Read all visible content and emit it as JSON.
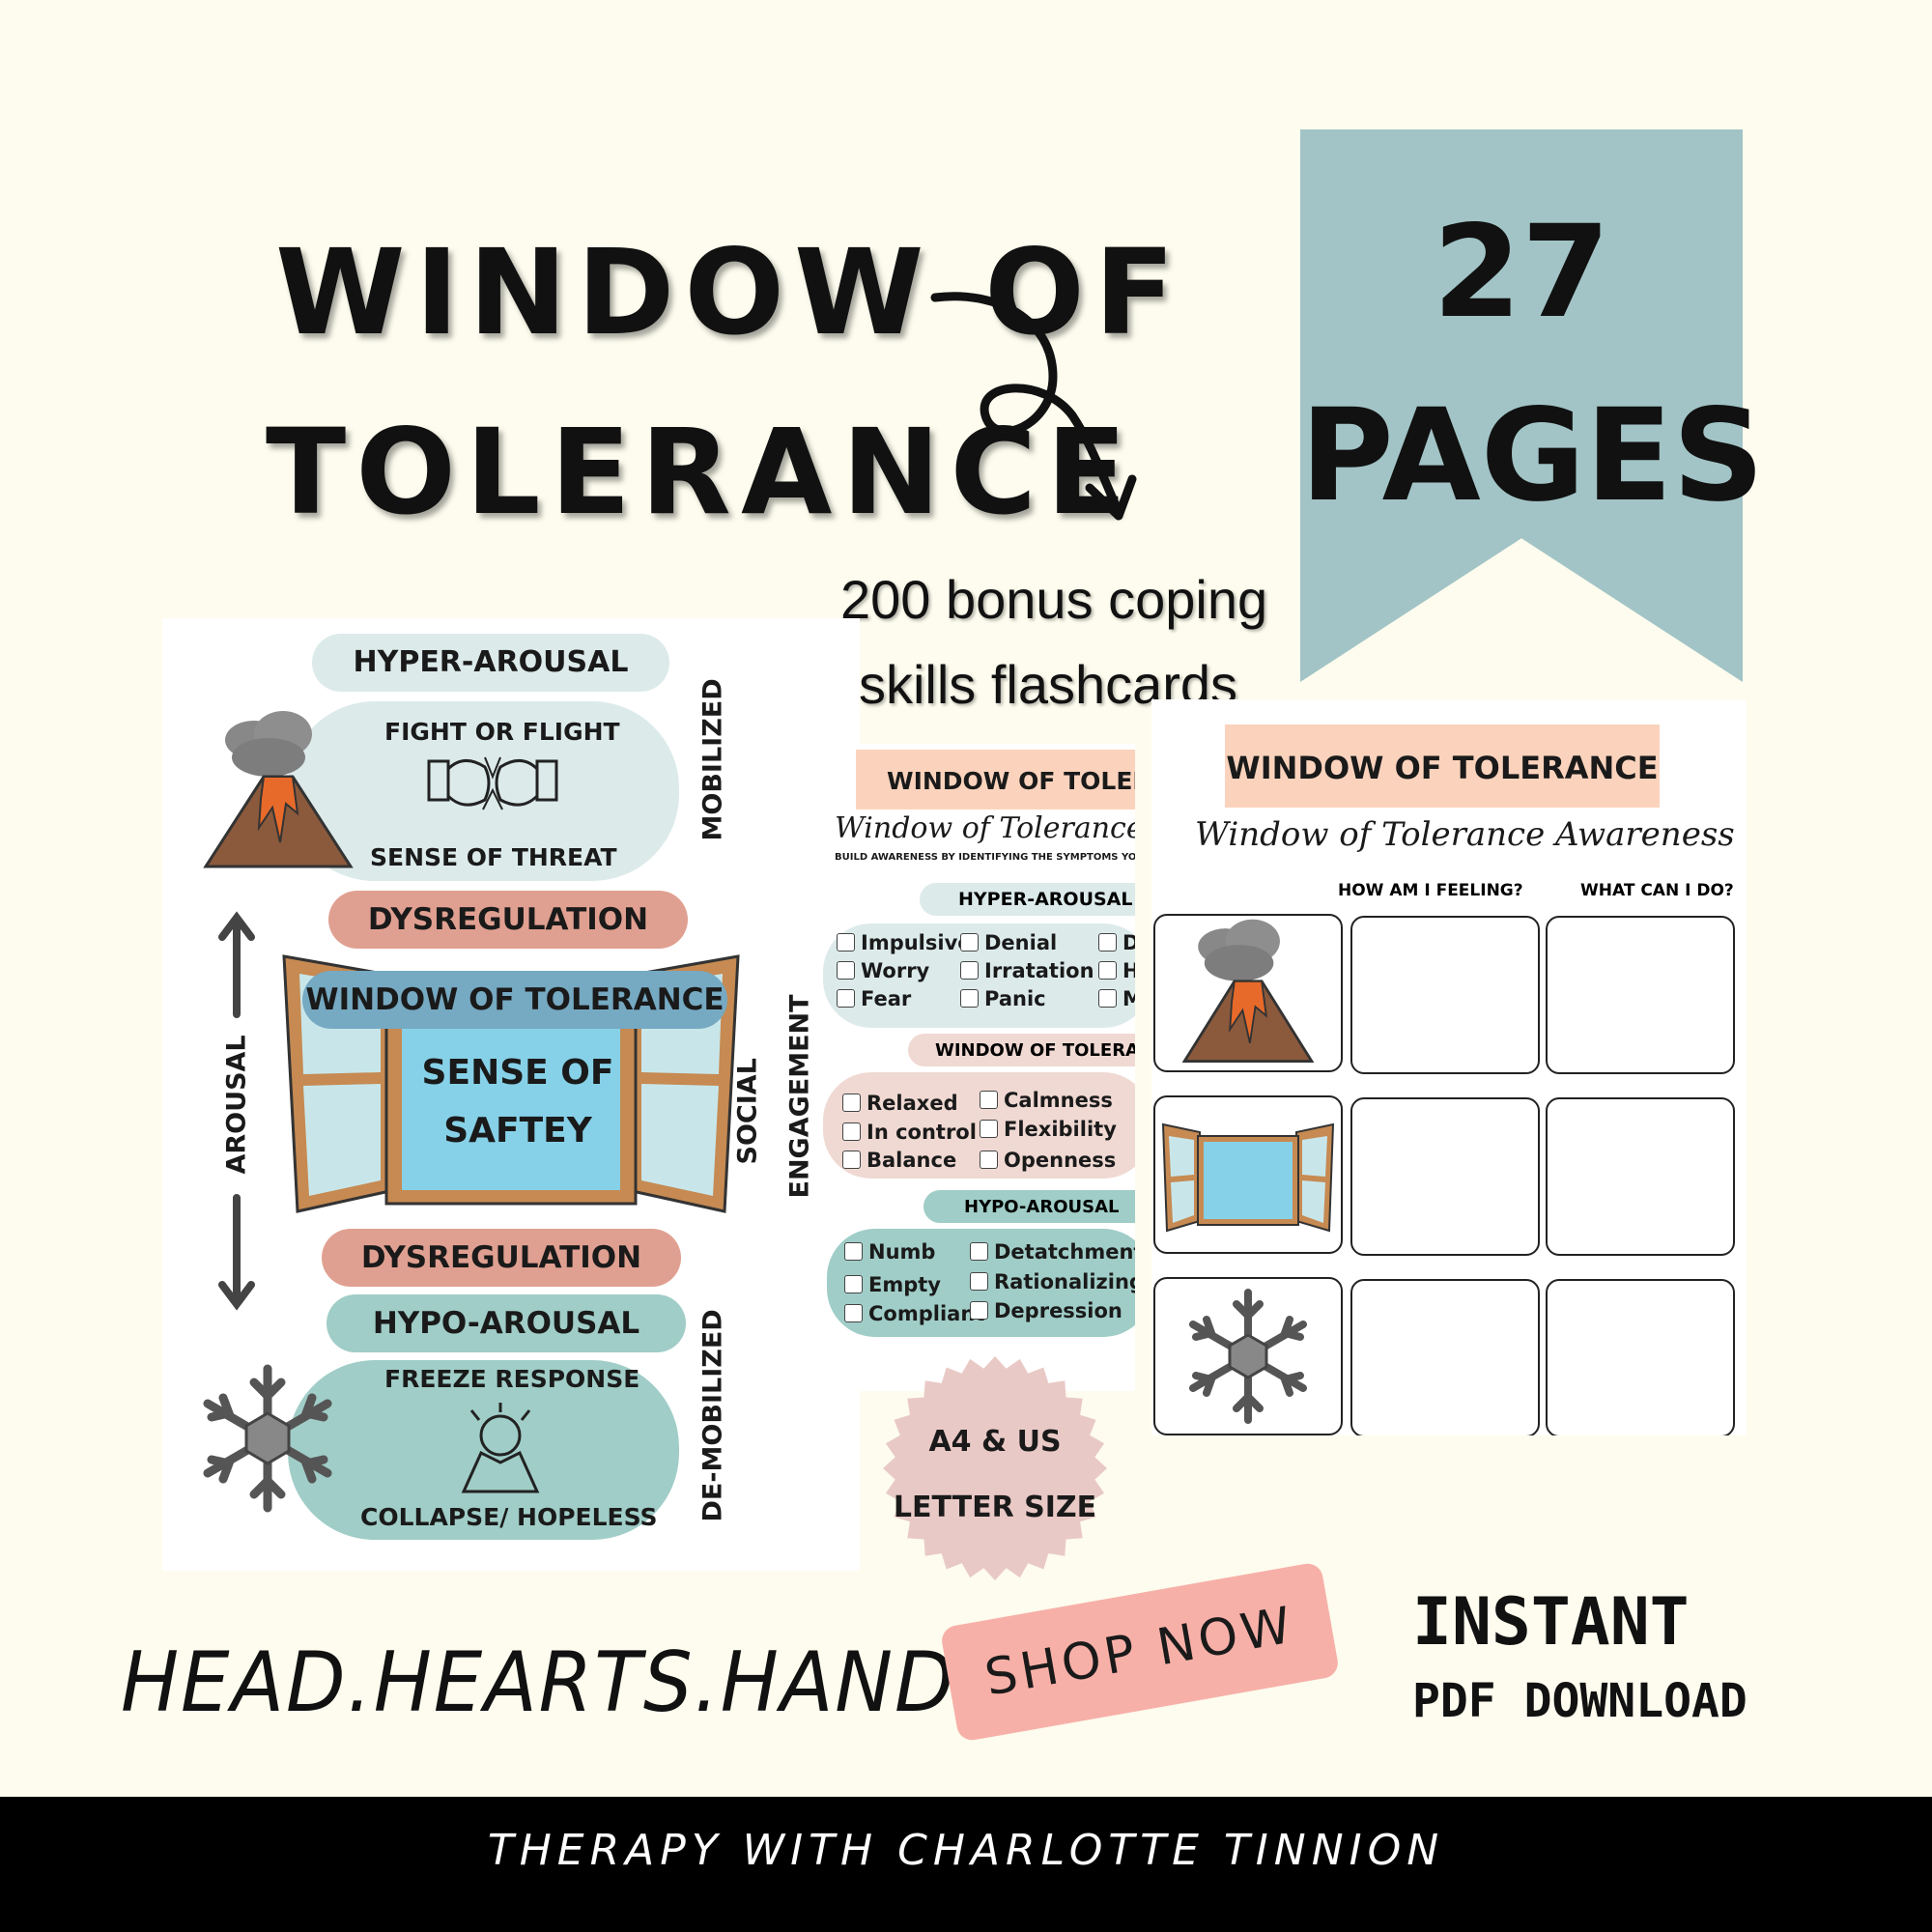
{
  "title": {
    "line1": "WINDOW OF",
    "line2": "TOLERANCE"
  },
  "ribbon": {
    "number": "27",
    "word": "PAGES"
  },
  "bonus": {
    "line1": "200 bonus coping",
    "line2": "skills flashcards"
  },
  "page1": {
    "hyper_label": "HYPER-AROUSAL",
    "fight": "FIGHT OR FLIGHT",
    "threat": "SENSE OF THREAT",
    "mobilized": "MOBILIZED",
    "dysregulation_top": "DYSREGULATION",
    "window_label": "WINDOW OF TOLERANCE",
    "safety_line1": "SENSE OF",
    "safety_line2": "SAFTEY",
    "arousal": "AROUSAL",
    "social": "SOCIAL",
    "engagement": "ENGAGEMENT",
    "dysregulation_bottom": "DYSREGULATION",
    "hypo_label": "HYPO-AROUSAL",
    "freeze": "FREEZE RESPONSE",
    "collapse": "COLLAPSE/ HOPELESS",
    "demobilized": "DE-MOBILIZED"
  },
  "page2": {
    "header": "WINDOW OF TOLERA",
    "subtitle": "Window of Tolerance Awareness",
    "instructions": "BUILD AWARENESS BY IDENTIFYING THE SYMPTOMS YOU RECO",
    "hyper": "HYPER-AROUSAL",
    "hyper_col1": [
      "Impulsive",
      "Worry",
      "Fear"
    ],
    "hyper_col2": [
      "Denial",
      "Irratation",
      "Panic"
    ],
    "hyper_col3": [
      "D",
      "H",
      "M"
    ],
    "window": "WINDOW OF TOLERANCE",
    "window_col1": [
      "Relaxed",
      "In control",
      "Balance"
    ],
    "window_col2": [
      "Calmness",
      "Flexibility",
      "Openness"
    ],
    "hypo": "HYPO-AROUSAL",
    "hypo_col1": [
      "Numb",
      "Empty",
      "Compliant"
    ],
    "hypo_col2": [
      "Detatchment",
      "Rationalizing",
      "Depression"
    ]
  },
  "page3": {
    "header": "WINDOW OF TOLERANCE",
    "subtitle": "Window of Tolerance Awareness worksheets",
    "col_feeling": "HOW AM I FEELING?",
    "col_do": "WHAT CAN I DO?"
  },
  "badge": {
    "line1": "A4 & US",
    "line2": "LETTER SIZE"
  },
  "brand": "HEAD.HEARTS.HANDS",
  "shop_button": "SHOP NOW",
  "instant": {
    "line1": "INSTANT",
    "line2": "PDF DOWNLOAD"
  },
  "footer": "THERAPY WITH CHARLOTTE TINNION",
  "colors": {
    "background": "#fdfcee",
    "ribbon": "#a2c4c6",
    "peach": "#fbd3bd",
    "coral": "#e0a091",
    "mint": "#dceaea",
    "teal": "#a0cdc7",
    "sky": "#86d1e8",
    "shop": "#f7b0a8"
  }
}
